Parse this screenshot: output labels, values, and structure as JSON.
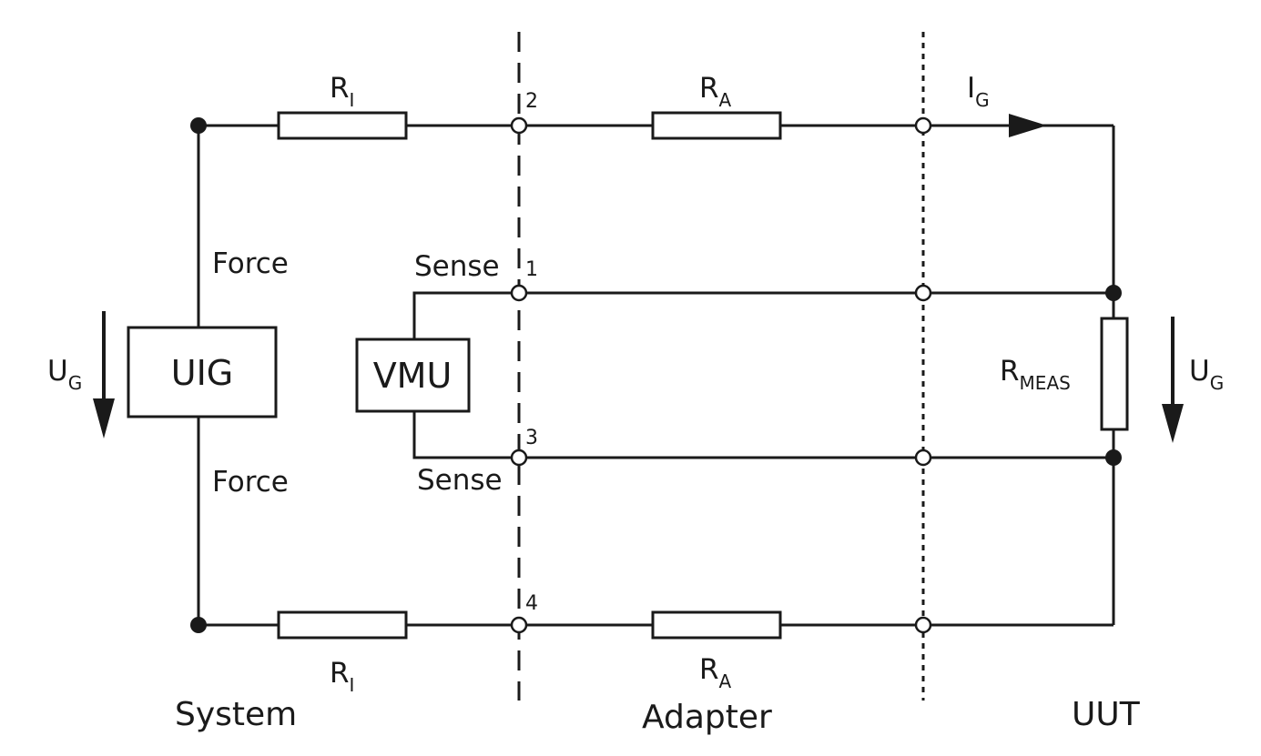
{
  "labels": {
    "r_i": "R",
    "r_i_sub": "I",
    "r_a": "R",
    "r_a_sub": "A",
    "i_g": "I",
    "i_g_sub": "G",
    "u_g": "U",
    "u_g_sub": "G",
    "r_meas": "R",
    "r_meas_sub": "MEAS",
    "uig": "UIG",
    "vmu": "VMU",
    "force": "Force",
    "sense": "Sense"
  },
  "pins": [
    "1",
    "2",
    "3",
    "4"
  ],
  "sections": {
    "system": "System",
    "adapter": "Adapter",
    "uut": "UUT"
  }
}
